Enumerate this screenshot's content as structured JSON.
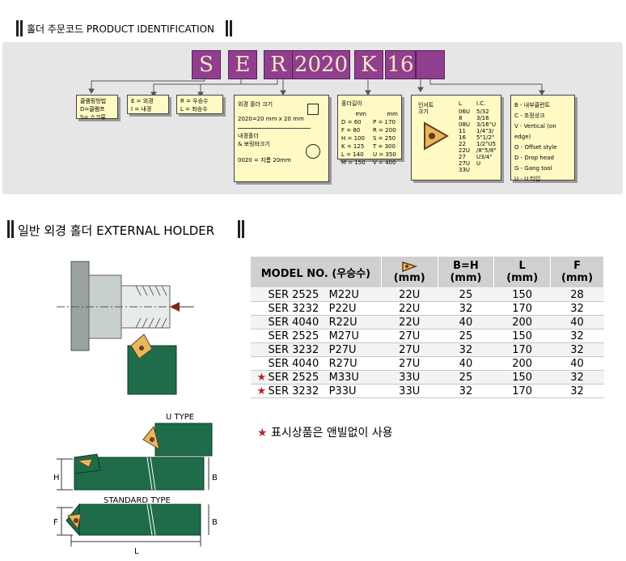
{
  "section1": {
    "title": "홀더 주문코드  PRODUCT IDENTIFICATION"
  },
  "codes": [
    "S",
    "E",
    "R",
    "2020",
    "K",
    "16",
    ""
  ],
  "notes": {
    "clamp": [
      "클램핑방법",
      "D=클램프",
      "S= 스크류"
    ],
    "type": [
      "E = 외경",
      "I = 내경"
    ],
    "hand": [
      "R = 우승수",
      "L = 좌승수"
    ],
    "size_title": "외경 홀더 크기",
    "size_ex": "2020=20 mm x 20 mm",
    "size_round_title": [
      "내경홀더",
      "& 보링바크기"
    ],
    "size_round_ex": "0020 = 지름 20mm",
    "length_title": "홀더길이",
    "length_headers": [
      "mm",
      "mm"
    ],
    "length_left": [
      "D = 60",
      "F = 80",
      "H = 100",
      "K = 125",
      "L = 140",
      "M = 150"
    ],
    "length_right": [
      "P = 170",
      "R = 200",
      "S = 250",
      "T = 300",
      "U = 350",
      "V = 400"
    ],
    "insert_title": [
      "인서트",
      "크기"
    ],
    "insert_headers": [
      "L",
      "I.C."
    ],
    "insert_l": [
      "06U",
      "8",
      "08U",
      "11",
      "16",
      "22",
      "22U",
      "27",
      "27U",
      "33U"
    ],
    "insert_ic": [
      "5/32",
      "3/16",
      "3/16\"U",
      "1/4\"3/",
      "5\"1/2\"",
      "1/2\"U5",
      "/8\"5/8\"",
      "U3/4\"",
      "U",
      ""
    ],
    "options": [
      "B - 내부클런트",
      "C - 초정상크",
      "V - Vertical (on edge)",
      "O - Offset style",
      "D - Drop head",
      "G - Gang tool",
      "U - U 타입"
    ]
  },
  "section2": {
    "title": "일반 외경 홀더 EXTERNAL HOLDER"
  },
  "table": {
    "headers": [
      "MODEL NO. (우승수)",
      "(mm)",
      "B=H\n(mm)",
      "L\n(mm)",
      "F\n(mm)"
    ],
    "rows": [
      {
        "star": "",
        "model": "SER 2525   M22U",
        "ic": "22U",
        "bh": "25",
        "l": "150",
        "f": "28"
      },
      {
        "star": "",
        "model": "SER 3232   P22U",
        "ic": "22U",
        "bh": "32",
        "l": "170",
        "f": "32"
      },
      {
        "star": "",
        "model": "SER 4040   R22U",
        "ic": "22U",
        "bh": "40",
        "l": "200",
        "f": "40"
      },
      {
        "star": "",
        "model": "SER 2525   M27U",
        "ic": "27U",
        "bh": "25",
        "l": "150",
        "f": "32"
      },
      {
        "star": "",
        "model": "SER 3232   P27U",
        "ic": "27U",
        "bh": "32",
        "l": "170",
        "f": "32"
      },
      {
        "star": "",
        "model": "SER 4040   R27U",
        "ic": "27U",
        "bh": "40",
        "l": "200",
        "f": "40"
      },
      {
        "star": "★",
        "model": "SER 2525   M33U",
        "ic": "33U",
        "bh": "25",
        "l": "150",
        "f": "32"
      },
      {
        "star": "★",
        "model": "SER 3232   P33U",
        "ic": "33U",
        "bh": "32",
        "l": "170",
        "f": "32"
      }
    ]
  },
  "footnote": {
    "star": "★",
    "text": "표시상품은 앤빌없이 사용"
  },
  "drawing": {
    "u_type": "U TYPE",
    "standard_type": "STANDARD TYPE",
    "h": "H",
    "b1": "B",
    "f": "F",
    "b2": "B",
    "l": "L"
  },
  "colors": {
    "code_box": "#8f3f8d",
    "holder_green": "#1f6b4a",
    "note_yellow": "#fffac4",
    "star_red": "#b3262a"
  }
}
